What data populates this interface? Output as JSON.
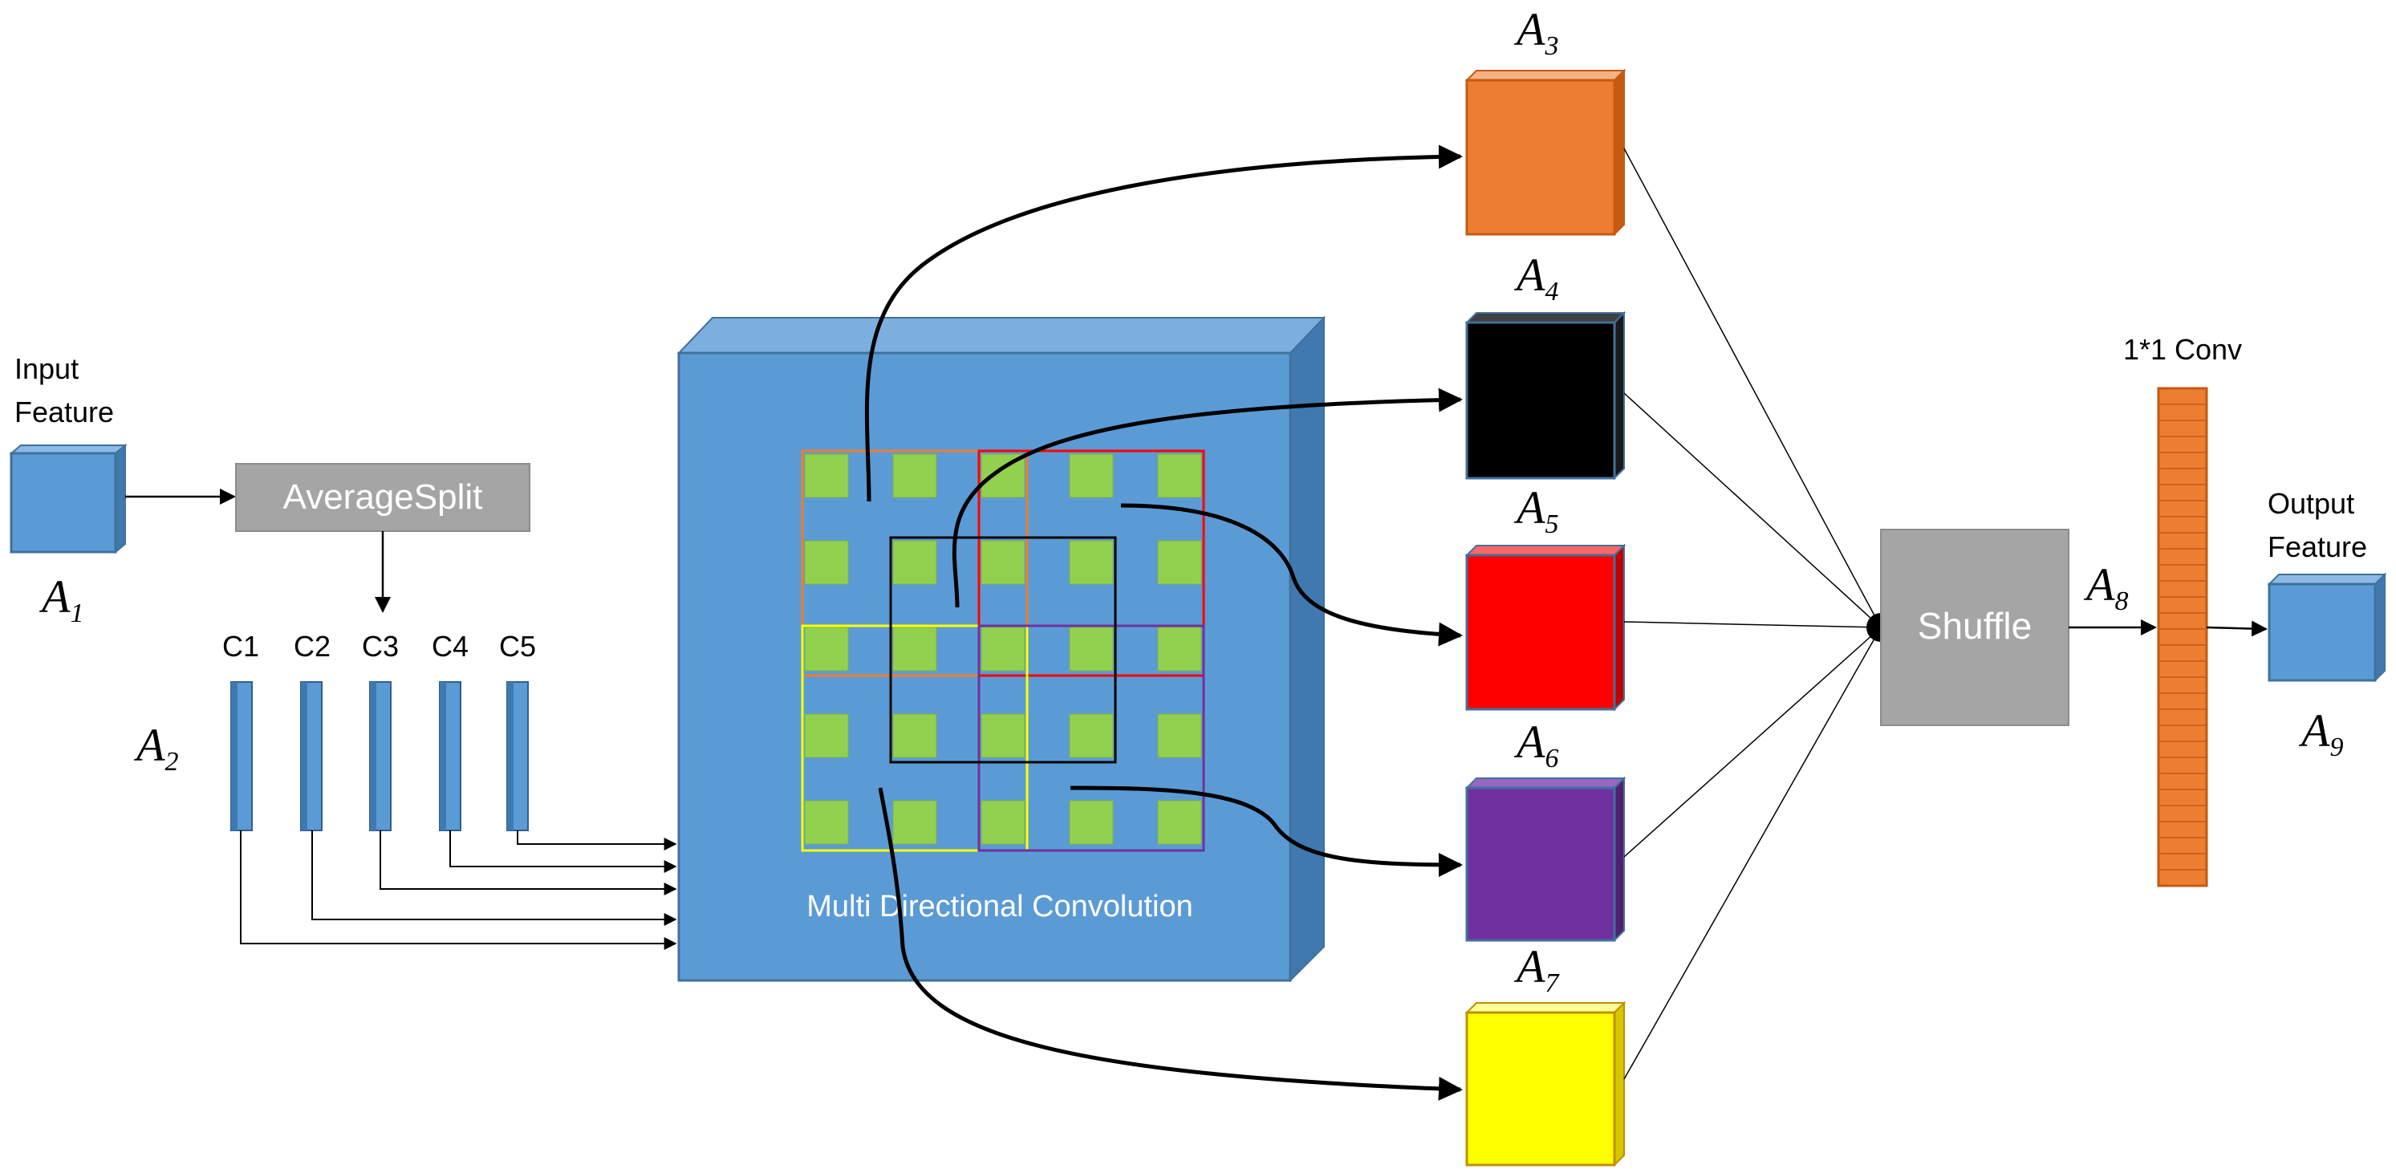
{
  "input": {
    "line1": "Input",
    "line2": "Feature",
    "symbol": "A",
    "sub": "1"
  },
  "average_split": {
    "label": "AverageSplit"
  },
  "a2": {
    "symbol": "A",
    "sub": "2"
  },
  "channels": [
    "C1",
    "C2",
    "C3",
    "C4",
    "C5"
  ],
  "mdc": {
    "label": "Multi Directional Convolution"
  },
  "branches": [
    {
      "symbol": "A",
      "sub": "3",
      "color": "#ED7D31"
    },
    {
      "symbol": "A",
      "sub": "4",
      "color": "#000000"
    },
    {
      "symbol": "A",
      "sub": "5",
      "color": "#FF0000"
    },
    {
      "symbol": "A",
      "sub": "6",
      "color": "#7030A0"
    },
    {
      "symbol": "A",
      "sub": "7",
      "color": "#FFFF00"
    }
  ],
  "shuffle": {
    "label": "Shuffle"
  },
  "a8": {
    "symbol": "A",
    "sub": "8"
  },
  "conv": {
    "label": "1*1 Conv",
    "color": "#ED7D31"
  },
  "output": {
    "line1": "Output",
    "line2": "Feature",
    "symbol": "A",
    "sub": "9"
  },
  "colors": {
    "blue": "#5B9BD5",
    "green_cell": "#92D050",
    "gray": "#A5A5A5"
  }
}
